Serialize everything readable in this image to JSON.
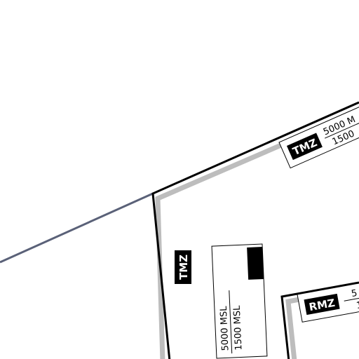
{
  "map": {
    "background_color": "#ffffff",
    "boundary_line_color": "#5a6178",
    "zone_border_color": "#000000",
    "zone_shade_color": "#bdbdbd",
    "zones": [
      {
        "id": "tmz-top",
        "badge": "TMZ",
        "upper": "5000 M",
        "lower": "1500"
      },
      {
        "id": "tmz-left",
        "badge": "TMZ",
        "upper": "5000 MSL",
        "lower": "1500 MSL"
      },
      {
        "id": "rmz",
        "badge": "RMZ",
        "upper": "5",
        "lower": "1"
      }
    ]
  }
}
